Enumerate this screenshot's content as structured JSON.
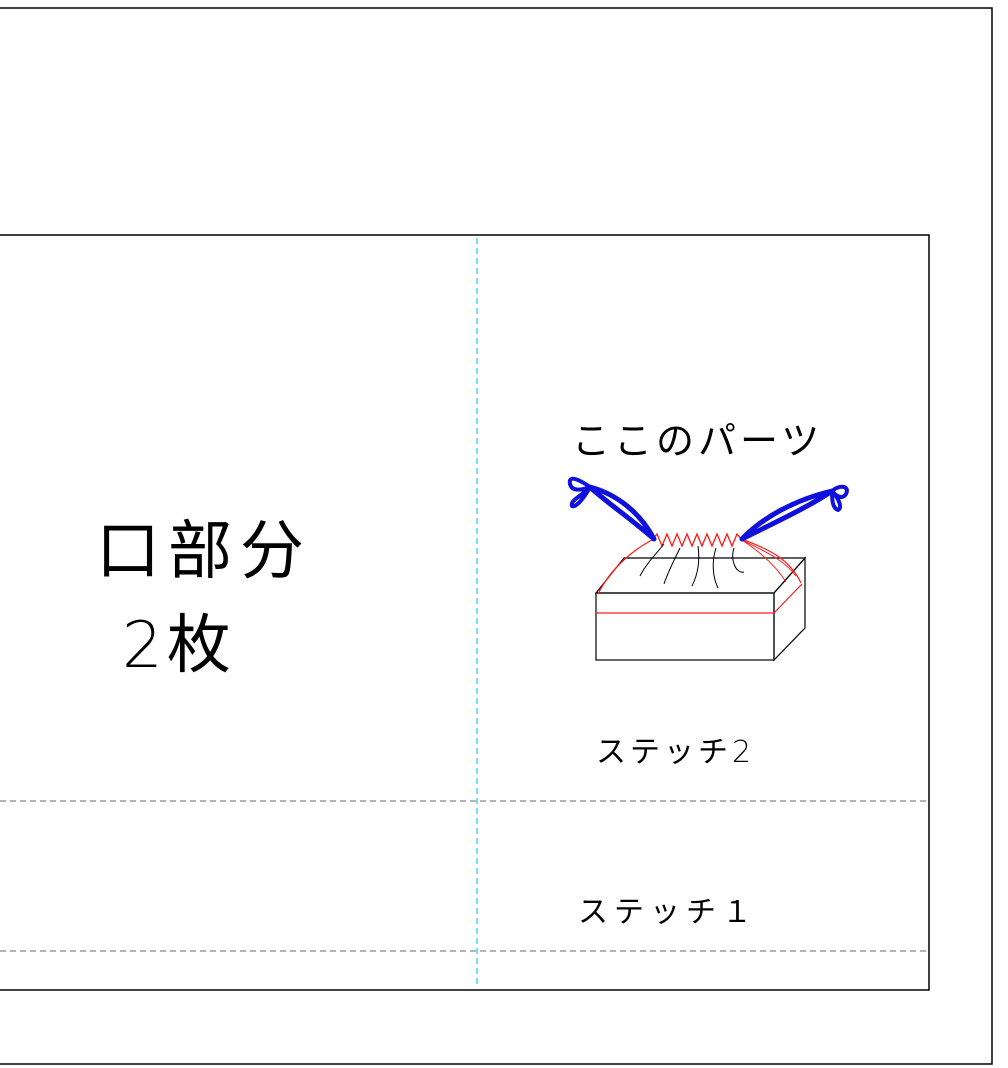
{
  "labels": {
    "part_name": "口部分",
    "part_count": "2枚",
    "this_part": "ここのパーツ",
    "stitch_2": "ステッチ2",
    "stitch_1": "ステッチ１"
  },
  "colors": {
    "outline": "#000000",
    "stitch_line": "#888888",
    "center_fold_line": "#22d3ee",
    "ribbon": "#1010dd",
    "gather_stitch": "#ff1a1a"
  }
}
